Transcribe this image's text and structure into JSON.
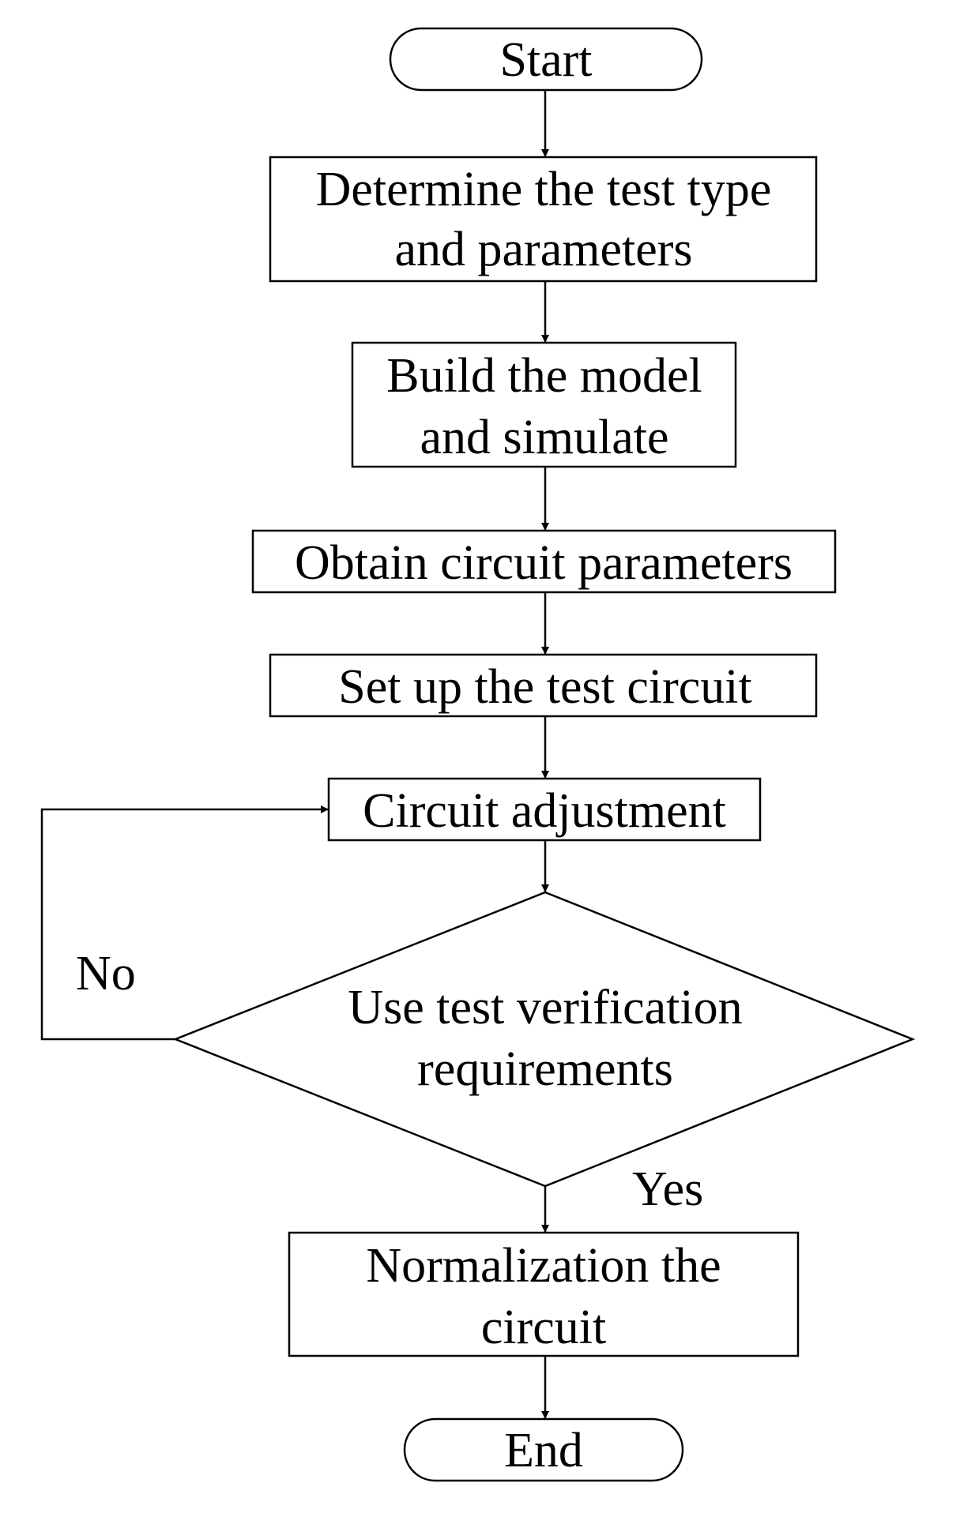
{
  "flowchart": {
    "start": {
      "label": "Start"
    },
    "determine": {
      "line1": "Determine the test type",
      "line2": "and parameters"
    },
    "build": {
      "line1": "Build the model",
      "line2": "and simulate"
    },
    "obtain": {
      "label": "Obtain circuit parameters"
    },
    "setup": {
      "label": "Set up the test circuit"
    },
    "adjust": {
      "label": "Circuit adjustment"
    },
    "decision": {
      "line1": "Use test verification",
      "line2": "requirements"
    },
    "normalize": {
      "line1": "Normalization the",
      "line2": "circuit"
    },
    "end": {
      "label": "End"
    },
    "edges": {
      "no_label": "No",
      "yes_label": "Yes"
    }
  }
}
